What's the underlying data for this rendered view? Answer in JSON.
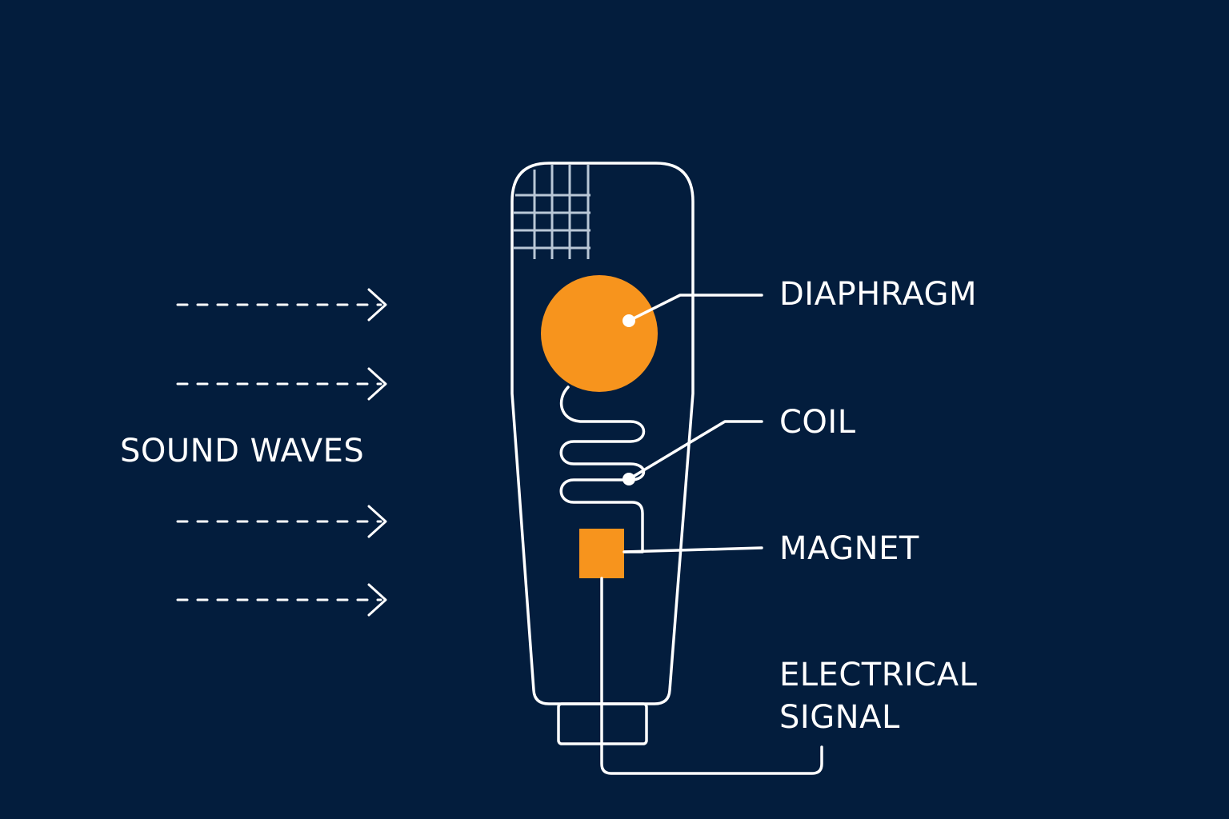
{
  "labels": {
    "sound_waves": "SOUND WAVES",
    "diaphragm": "DIAPHRAGM",
    "coil": "COIL",
    "magnet": "MAGNET",
    "electrical_signal_line1": "ELECTRICAL",
    "electrical_signal_line2": "SIGNAL"
  },
  "colors": {
    "background": "#031d3d",
    "line": "#ffffff",
    "accent": "#f7941d",
    "grille": "#b9c7d6"
  },
  "icons": {
    "wave_arrow": "dashed-arrow-right",
    "microphone": "microphone-outline"
  }
}
